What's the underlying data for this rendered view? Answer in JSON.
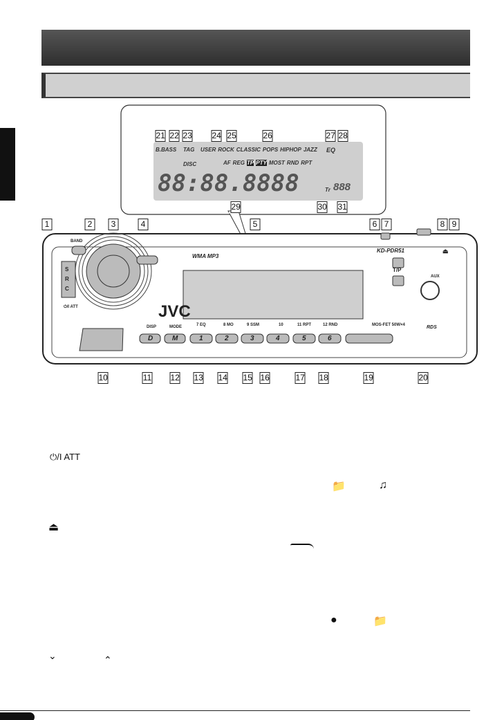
{
  "display_panel": {
    "bass": "B.BASS",
    "tag": "TAG",
    "disc": "DISC",
    "eq_modes": [
      "USER",
      "ROCK",
      "CLASSIC",
      "POPS",
      "HIPHOP",
      "JAZZ"
    ],
    "indicators": [
      "AF",
      "REG",
      "TP",
      "PTY",
      "MOST",
      "RND",
      "RPT"
    ],
    "eq": "EQ",
    "segments": "88:88.8888",
    "tr": "Tr",
    "track": "888",
    "callouts": [
      "21",
      "22",
      "23",
      "24",
      "25",
      "26",
      "27",
      "28",
      "29",
      "30",
      "31"
    ]
  },
  "unit": {
    "band": "BAND",
    "src": "S\nR\nC",
    "power_att": "⏻/I ATT",
    "brand": "JVC",
    "formats": "WMA MP3",
    "model": "KD-PDR51",
    "tp": "T/P",
    "aux": "AUX",
    "disp": "DISP",
    "mode": "MODE",
    "preset_top": [
      "7  EQ",
      "8  MO",
      "9  SSM",
      "10",
      "11  RPT",
      "12  RND"
    ],
    "presets": [
      "1",
      "2",
      "3",
      "4",
      "5",
      "6"
    ],
    "d": "D",
    "m": "M",
    "mosfet": "MOS-FET  50W×4",
    "rds": "RDS",
    "callouts": [
      "1",
      "2",
      "3",
      "4",
      "5",
      "6",
      "7",
      "8",
      "9",
      "10",
      "11",
      "12",
      "13",
      "14",
      "15",
      "16",
      "17",
      "18",
      "19",
      "20"
    ]
  },
  "legend_icons": {
    "power_att": "⏻/I ATT"
  }
}
